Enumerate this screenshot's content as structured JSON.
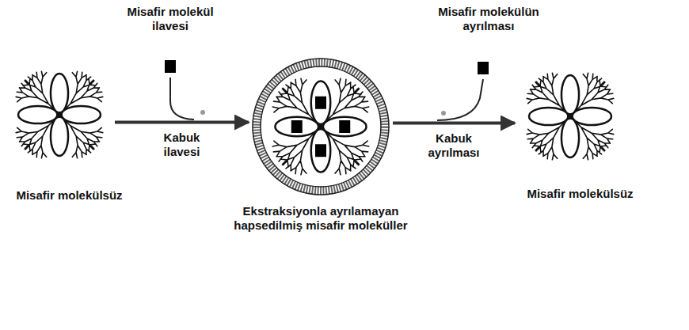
{
  "diagram": {
    "nodes": [
      {
        "text": [
          "Misafir molekülsüz"
        ]
      },
      {
        "text": [
          "Ekstraksiyonla ayrılamayan hapsedilmiş misafir moleküller"
        ]
      },
      {
        "text": [
          "Misafir molekülsüz"
        ]
      }
    ],
    "edges": [
      {
        "from": 0,
        "to": 1,
        "arrow": "to",
        "label": "Kabuk ilavesi"
      },
      {
        "from": 1,
        "to": 2,
        "arrow": "to",
        "label": "Kabuk ayrılması"
      }
    ],
    "labels": [
      "Misafir molekül ilavesi",
      "Misafir molekülün ayrılması"
    ]
  }
}
